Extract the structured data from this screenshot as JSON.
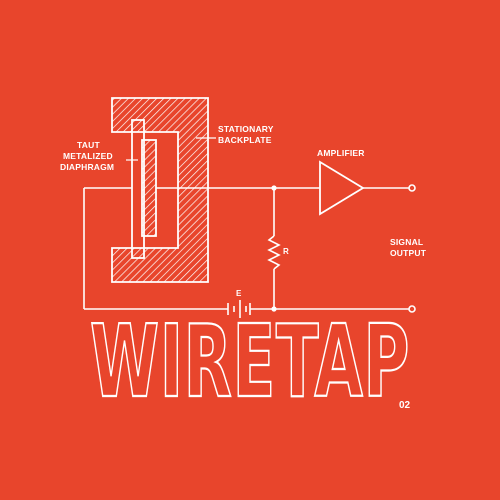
{
  "colors": {
    "background": "#e8452c",
    "line": "#ffffff"
  },
  "diagram": {
    "labels": {
      "diaphragm_line1": "TAUT",
      "diaphragm_line2": "METALIZED",
      "diaphragm_line3": "DIAPHRAGM",
      "backplate_line1": "STATIONARY",
      "backplate_line2": "BACKPLATE",
      "amplifier": "AMPLIFIER",
      "resistor": "R",
      "battery": "E",
      "output_line1": "SIGNAL",
      "output_line2": "OUTPUT"
    }
  },
  "title": {
    "text": "WIRETAP",
    "issue": "02"
  }
}
